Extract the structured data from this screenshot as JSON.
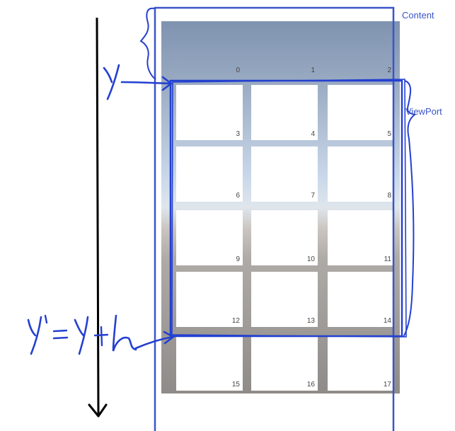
{
  "labels": {
    "content": "Content",
    "viewport": "ViewPort"
  },
  "cells": [
    "0",
    "1",
    "2",
    "3",
    "4",
    "5",
    "6",
    "7",
    "8",
    "9",
    "10",
    "11",
    "12",
    "13",
    "14",
    "15",
    "16",
    "17"
  ],
  "colors": {
    "frame": "#3a55c8",
    "ink_blue": "#2440d0",
    "arrow": "#000000"
  }
}
